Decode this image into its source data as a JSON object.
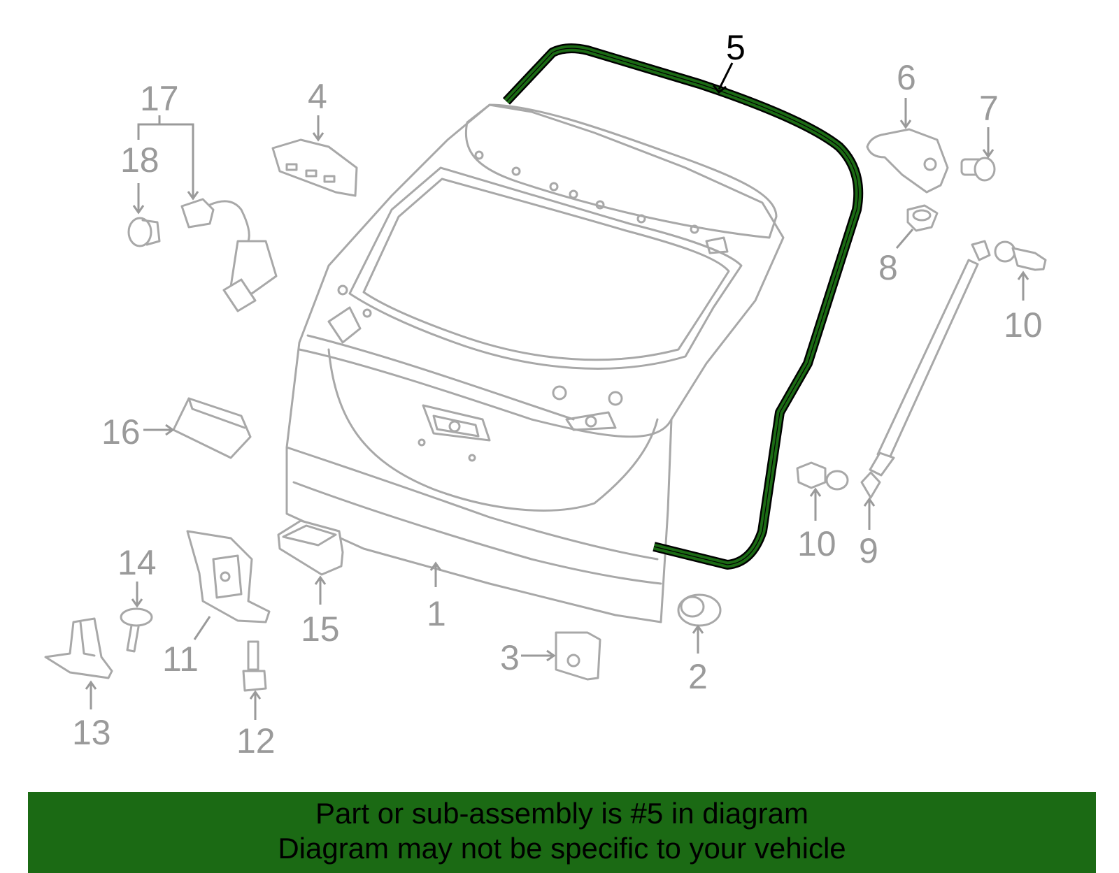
{
  "highlight": {
    "part": "5",
    "color": "#1b6a14"
  },
  "callouts": {
    "c1": "1",
    "c2": "2",
    "c3": "3",
    "c4": "4",
    "c5": "5",
    "c6": "6",
    "c7": "7",
    "c8": "8",
    "c9": "9",
    "c10a": "10",
    "c10b": "10",
    "c11": "11",
    "c12": "12",
    "c13": "13",
    "c14": "14",
    "c15": "15",
    "c16": "16",
    "c17": "17",
    "c18": "18"
  },
  "banner": {
    "line1": "Part or sub-assembly is #5 in diagram",
    "line2": "Diagram may not be specific to your vehicle"
  },
  "colors": {
    "banner": "#1b6a14",
    "parts": "#a8a8a8",
    "active_text": "#000000"
  }
}
